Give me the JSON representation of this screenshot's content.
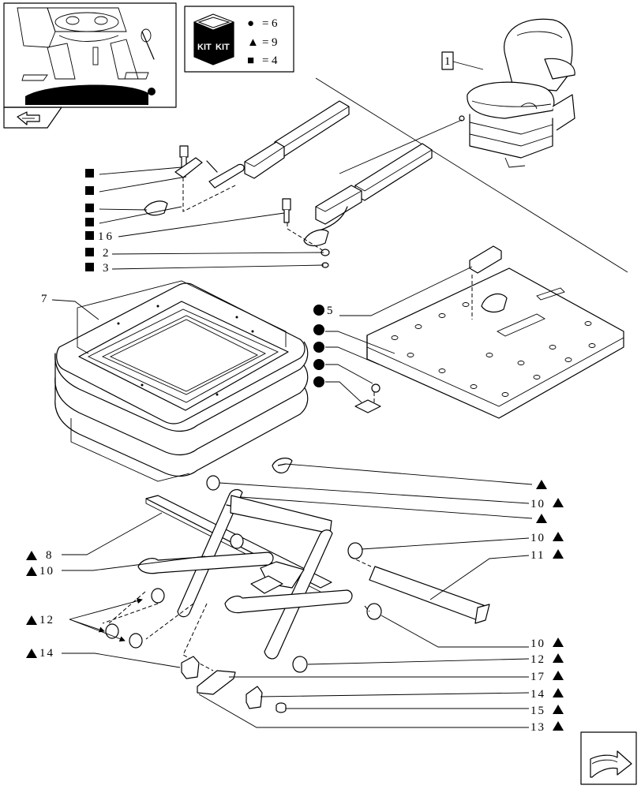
{
  "kit_legend": {
    "title_left": "KIT",
    "title_right": "KIT",
    "circle": {
      "symbol": "●",
      "equals": "=",
      "count": "6"
    },
    "triangle": {
      "symbol": "▲",
      "equals": "=",
      "count": "9"
    },
    "square": {
      "symbol": "■",
      "equals": "=",
      "count": "4"
    }
  },
  "seat_callout": "1",
  "seat_box_callout": "7",
  "square_callouts": [
    "",
    "",
    "",
    "",
    "16",
    "2",
    "3"
  ],
  "circle_callouts": [
    "5",
    "",
    "",
    "",
    ""
  ],
  "left_triangle_callouts": [
    "8",
    "10",
    "12",
    "14"
  ],
  "right_triangle_callouts": [
    "",
    "10",
    "",
    "10",
    "11",
    "10",
    "12",
    "17",
    "14",
    "15",
    "13"
  ],
  "icons": {
    "thumbnail": "tractor-cab-pedals-icon",
    "thumbnail_tab": "previous-page-arrow-icon",
    "next_page": "next-page-arrow-icon",
    "kit": "kit-box-icon"
  }
}
